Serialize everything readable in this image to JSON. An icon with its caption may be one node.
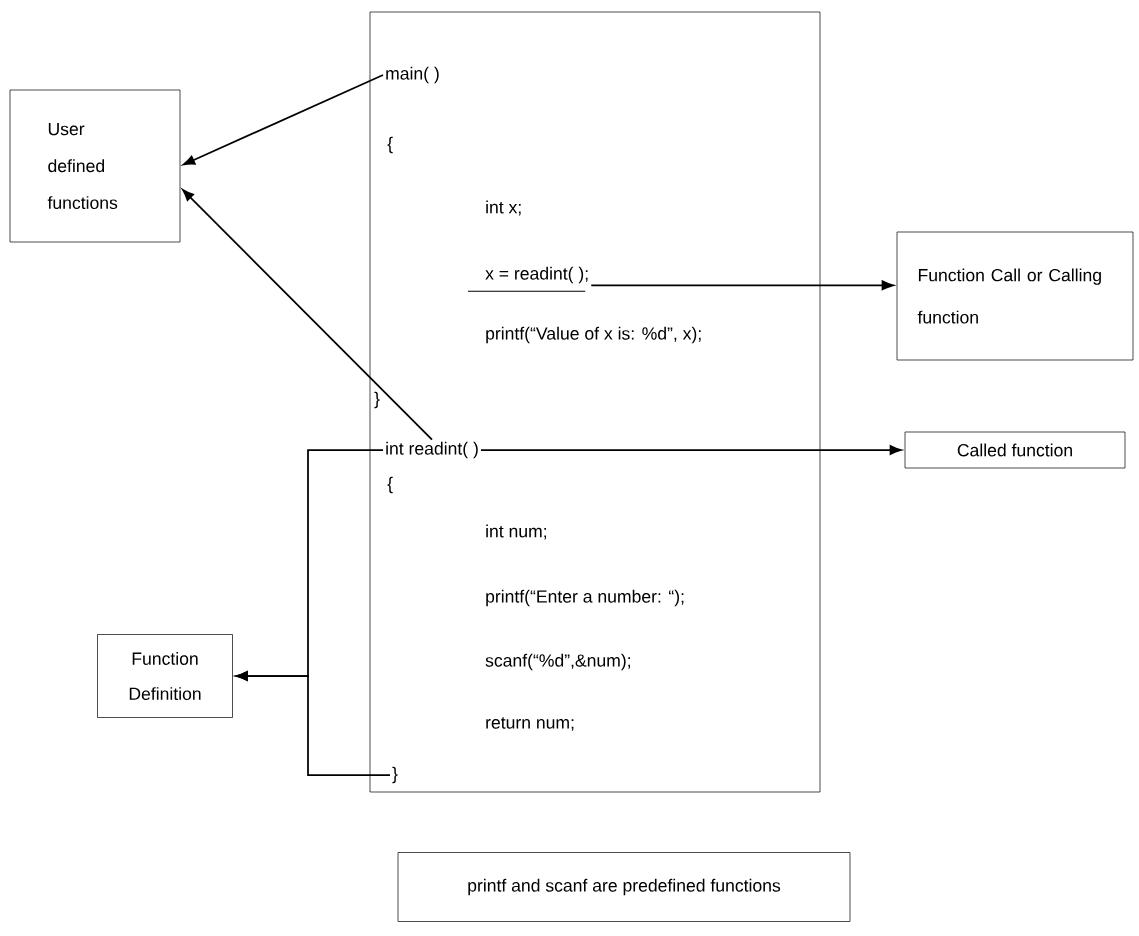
{
  "diagram": {
    "nodes": [
      {
        "text": [],
        "shape": "box"
      },
      {
        "text": [
          "main( )"
        ],
        "in": 0
      },
      {
        "text": [
          "x = readint( );"
        ],
        "in": 0
      },
      {
        "text": [
          "int readint( )"
        ],
        "in": 0
      },
      {
        "text": [
          "}"
        ],
        "in": 0
      },
      {
        "text": [
          "User defined functions"
        ]
      },
      {
        "text": [
          "Function Call or Calling function"
        ]
      },
      {
        "text": [
          "Called function"
        ]
      },
      {
        "text": [
          "Function Definition"
        ]
      },
      {
        "text": [
          "printf and scanf are predefined functions"
        ]
      }
    ],
    "edges": [
      {
        "from": 1,
        "to": 5,
        "arrow": "to"
      },
      {
        "from": 3,
        "to": 5,
        "arrow": "to"
      },
      {
        "from": 2,
        "to": 6,
        "arrow": "to"
      },
      {
        "from": 3,
        "to": 7,
        "arrow": "to"
      },
      {
        "from": 3,
        "to": 8,
        "arrow": "to"
      },
      {
        "from": 4,
        "to": 8,
        "arrow": "to"
      }
    ],
    "labels": [
      "{",
      "int x;",
      "printf(“Value of x is: %d”, x);",
      "}",
      "{",
      "int num;",
      "printf(“Enter a number: “);",
      "scanf(“%d”,&num);",
      "return num;"
    ]
  }
}
